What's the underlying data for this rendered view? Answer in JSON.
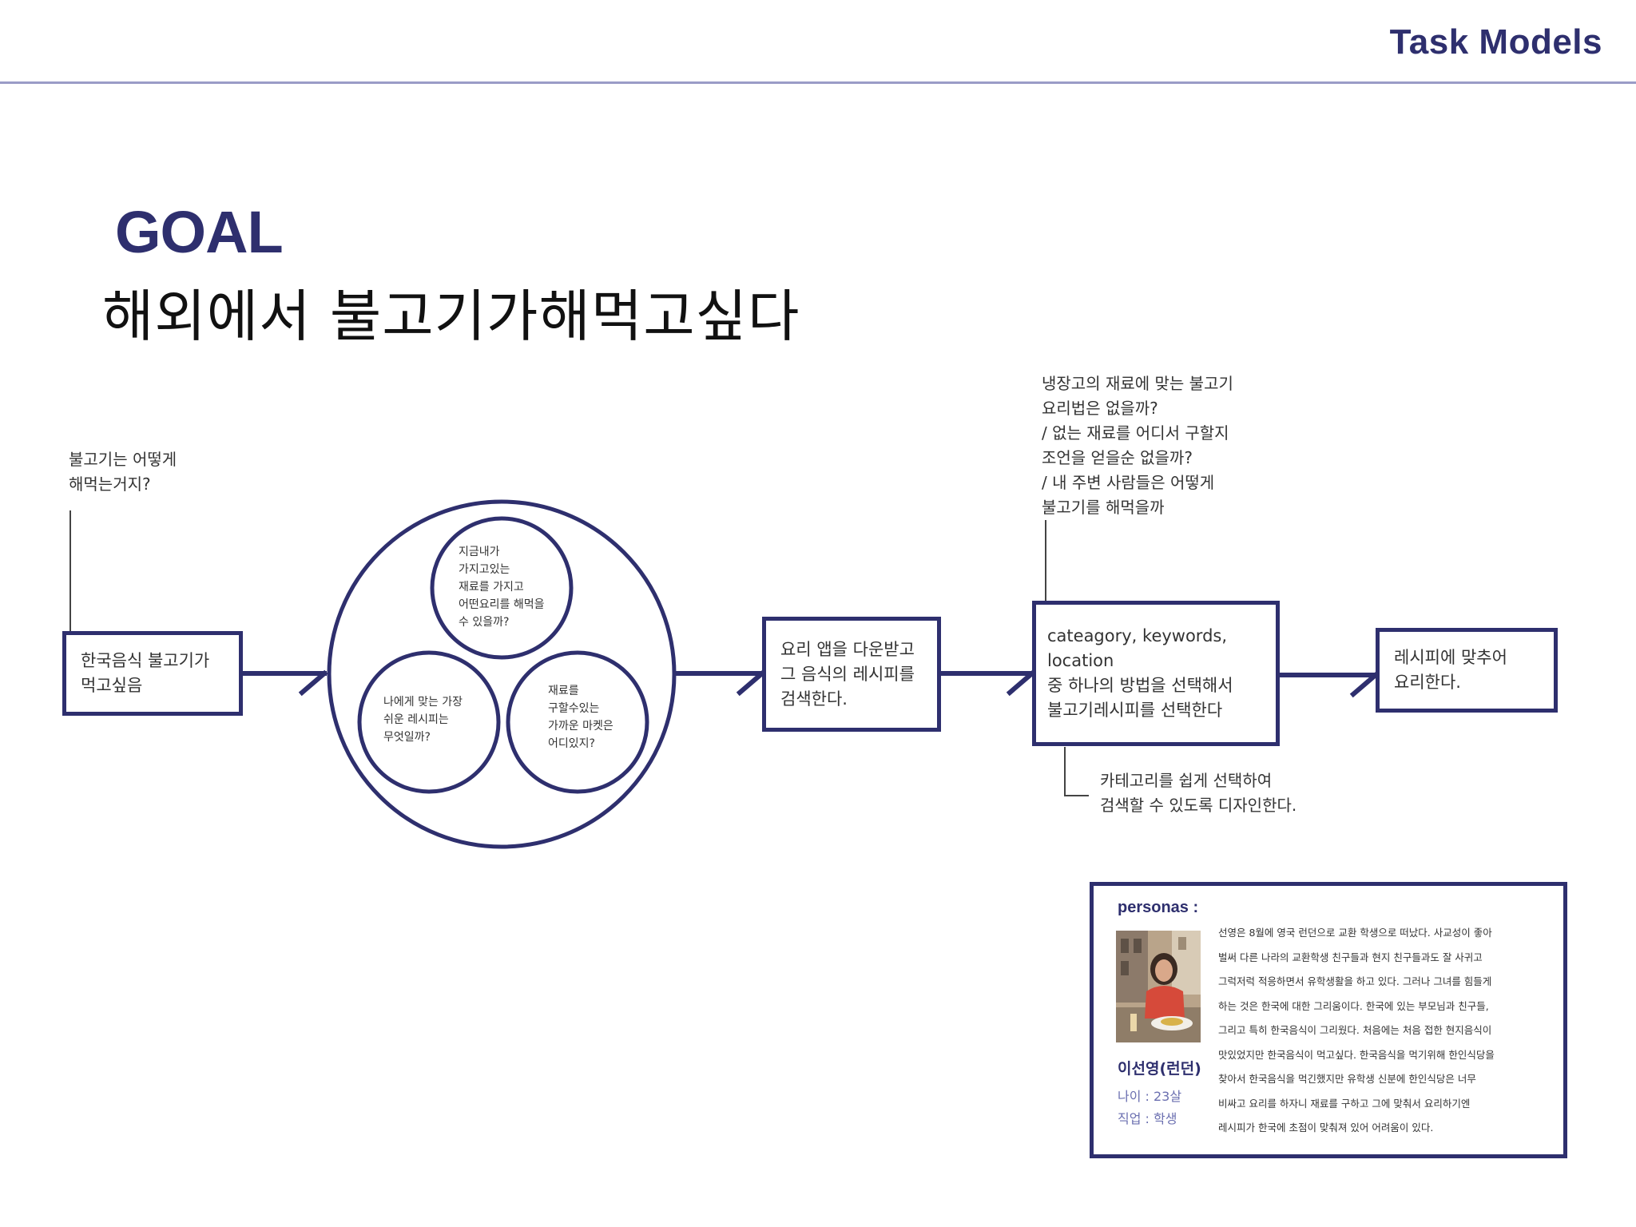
{
  "header": {
    "title": "Task Models"
  },
  "goal": {
    "label": "GOAL",
    "text": "해외에서 불고기가해먹고싶다"
  },
  "flow": {
    "note_left": "불고기는 어떻게\n해먹는거지?",
    "step1": "한국음식 불고기가\n먹고싶음",
    "circles": {
      "top": "지금내가\n가지고있는\n재료를 가지고\n어떤요리를 해먹을\n수 있을까?",
      "left": "나에게 맞는 가장\n쉬운 레시피는\n무엇일까?",
      "right": "재료를\n구할수있는\n가까운 마켓은\n어디있지?"
    },
    "step2": "요리 앱을 다운받고\n그 음식의 레시피를\n검색한다.",
    "note_top": "냉장고의 재료에 맞는 불고기\n요리법은 없을까?\n / 없는 재료를 어디서 구할지\n조언을 얻을순 없을까?\n/ 내 주변 사람들은 어떻게\n불고기를 해먹을까",
    "step3": "cateagory, keywords, location\n중 하나의 방법을 선택해서\n불고기레시피를 선택한다",
    "note_bottom": "카테고리를 쉽게 선택하여\n검색할 수 있도록 디자인한다.",
    "step4": "레시피에 맞추어\n요리한다."
  },
  "persona": {
    "label": "personas :",
    "name": "이선영(런던)",
    "age": "나이 : 23살",
    "job": "직업 : 학생",
    "description": "선영은 8월에 영국 런던으로 교환 학생으로 떠났다. 사교성이 좋아\n벌써 다른 나라의 교환학생 친구들과 현지 친구들과도 잘 사귀고\n그럭저럭 적응하면서 유학생활을 하고 있다. 그러나 그녀를 힘들게\n하는 것은 한국에 대한 그리움이다. 한국에 있는 부모님과 친구들,\n그리고 특히 한국음식이 그리웠다. 처음에는 처음 접한 현지음식이\n맛있었지만 한국음식이 먹고싶다. 한국음식을 먹기위해 한인식당을\n찾아서 한국음식을 먹긴했지만 유학생 신분에 한인식당은 너무\n비싸고 요리를 하자니 재료를 구하고 그에 맞춰서 요리하기엔\n레시피가 한국에 초점이 맞춰져 있어 어려움이 있다."
  },
  "colors": {
    "accent": "#2e2f6e",
    "rule": "#9a9cc7"
  }
}
